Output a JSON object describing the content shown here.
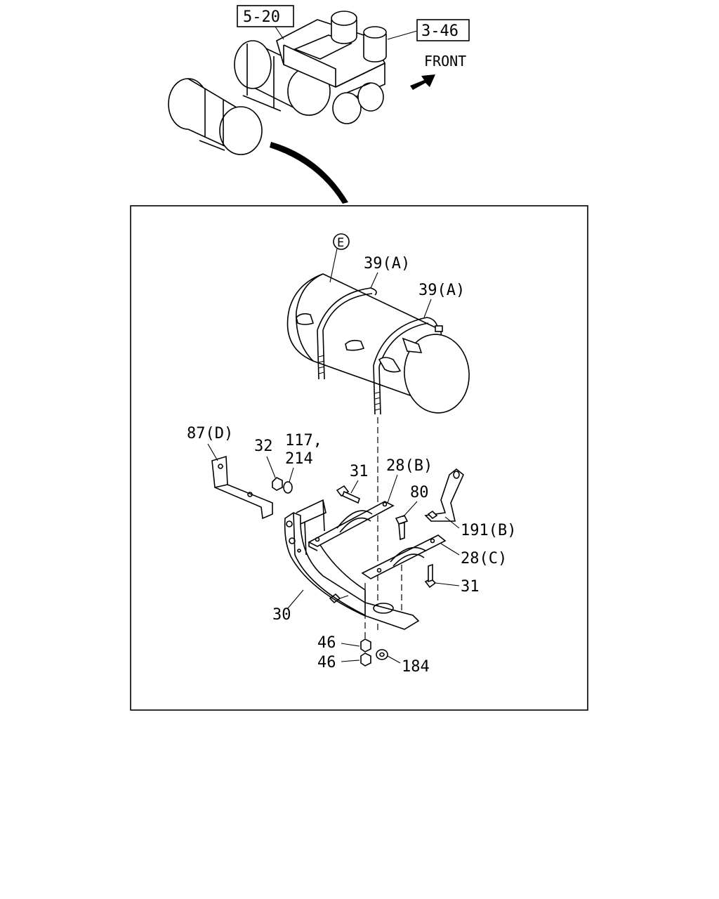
{
  "refs": {
    "ref_5_20": "5-20",
    "ref_3_46": "3-46"
  },
  "front_label": "FRONT",
  "view_marker": "E",
  "callouts": {
    "c39a_1": "39(A)",
    "c39a_2": "39(A)",
    "c87d": "87(D)",
    "c32": "32",
    "c117": "117,",
    "c214": "214",
    "c31_top": "31",
    "c28b": "28(B)",
    "c80": "80",
    "c191b": "191(B)",
    "c28c": "28(C)",
    "c31_bot": "31",
    "c30": "30",
    "c46_1": "46",
    "c46_2": "46",
    "c184": "184"
  }
}
